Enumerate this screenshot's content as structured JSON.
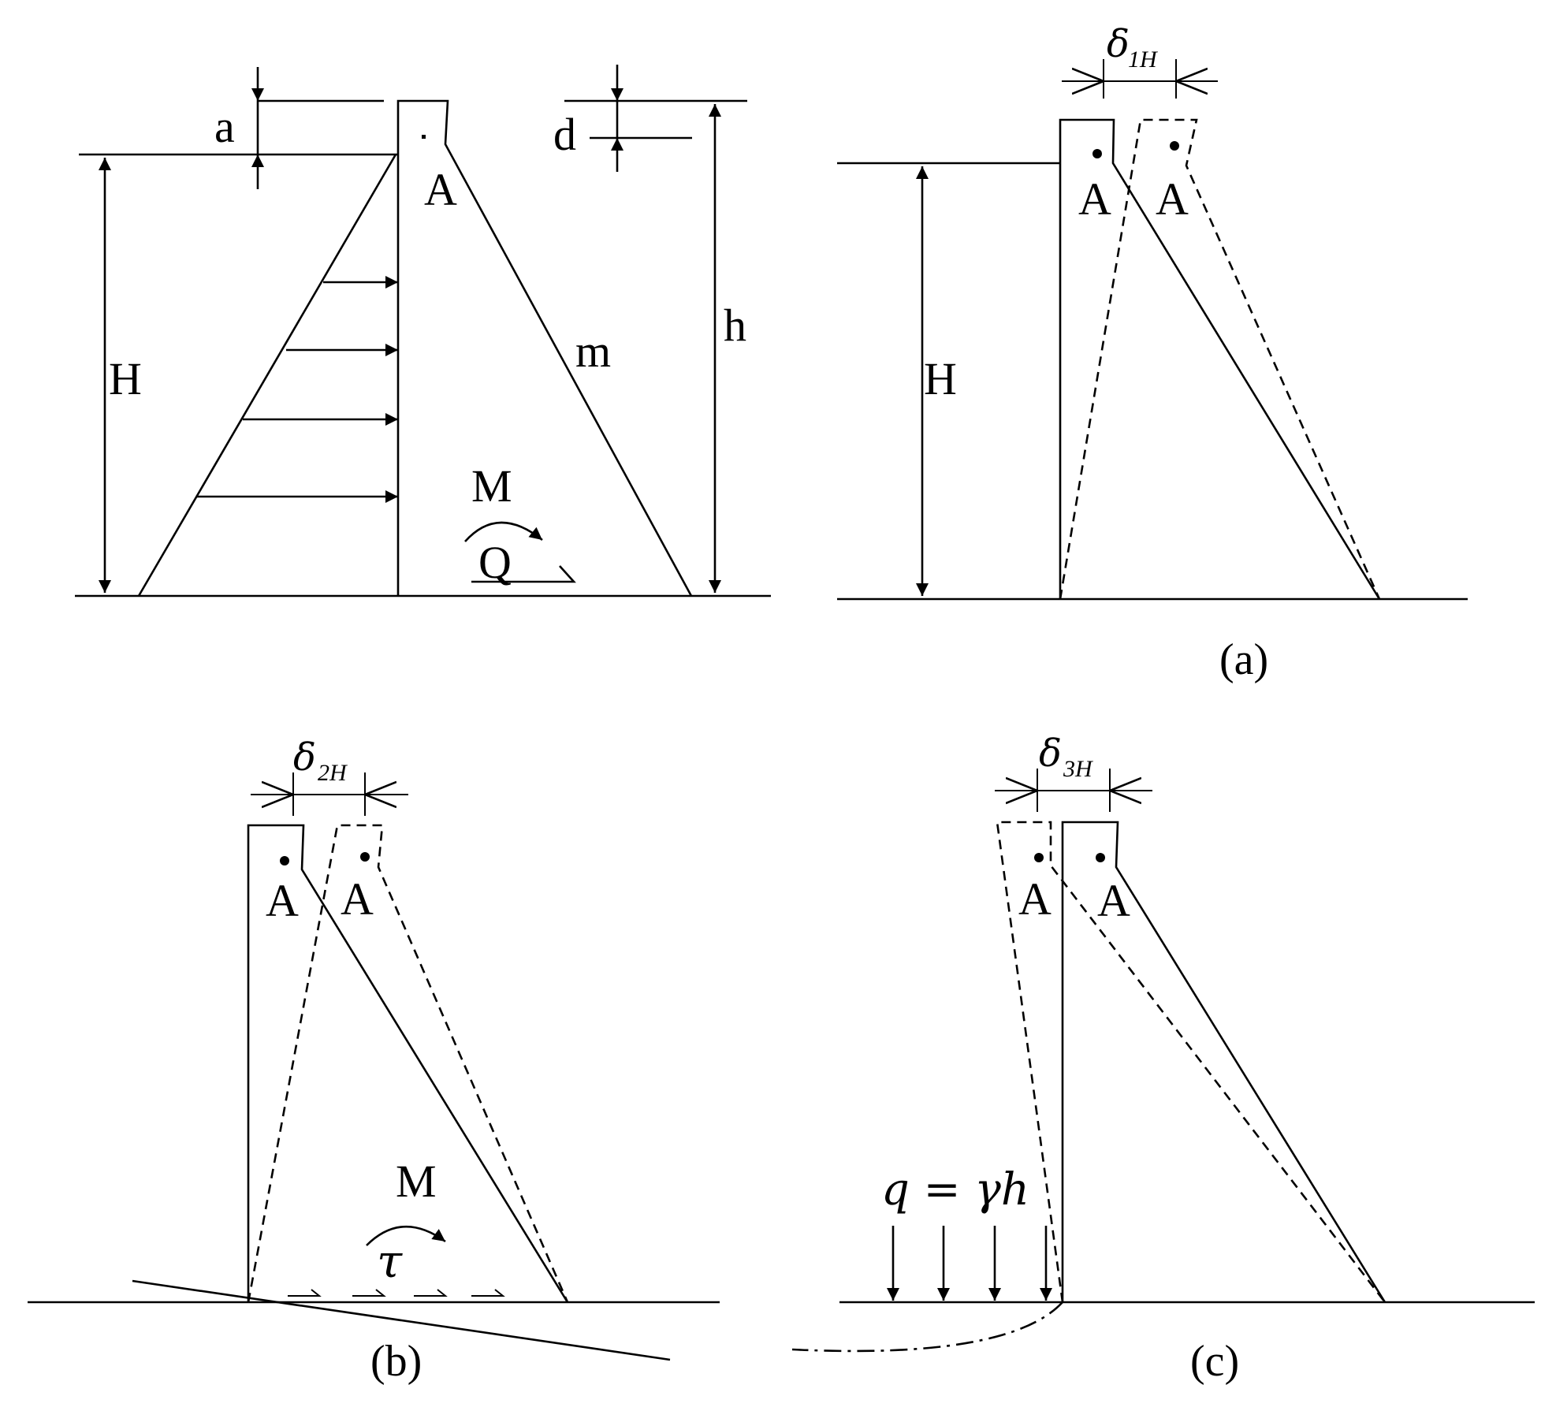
{
  "main": {
    "label_a": "a",
    "label_d": "d",
    "label_H": "H",
    "label_h": "h",
    "label_A": "A",
    "label_m": "m",
    "label_M": "M",
    "label_Q": "Q"
  },
  "panel_a": {
    "delta": "δ",
    "delta_sub": "1H",
    "label_H": "H",
    "label_A_original": "A",
    "label_A_displaced": "A",
    "caption": "(a)"
  },
  "panel_b": {
    "delta": "δ",
    "delta_sub": "2H",
    "label_A_original": "A",
    "label_A_displaced": "A",
    "label_M": "M",
    "label_tau": "τ",
    "caption": "(b)"
  },
  "panel_c": {
    "delta": "δ",
    "delta_sub": "3H",
    "label_A_displaced": "A",
    "label_A_original": "A",
    "load_label": "q = γh",
    "caption": "(c)"
  }
}
